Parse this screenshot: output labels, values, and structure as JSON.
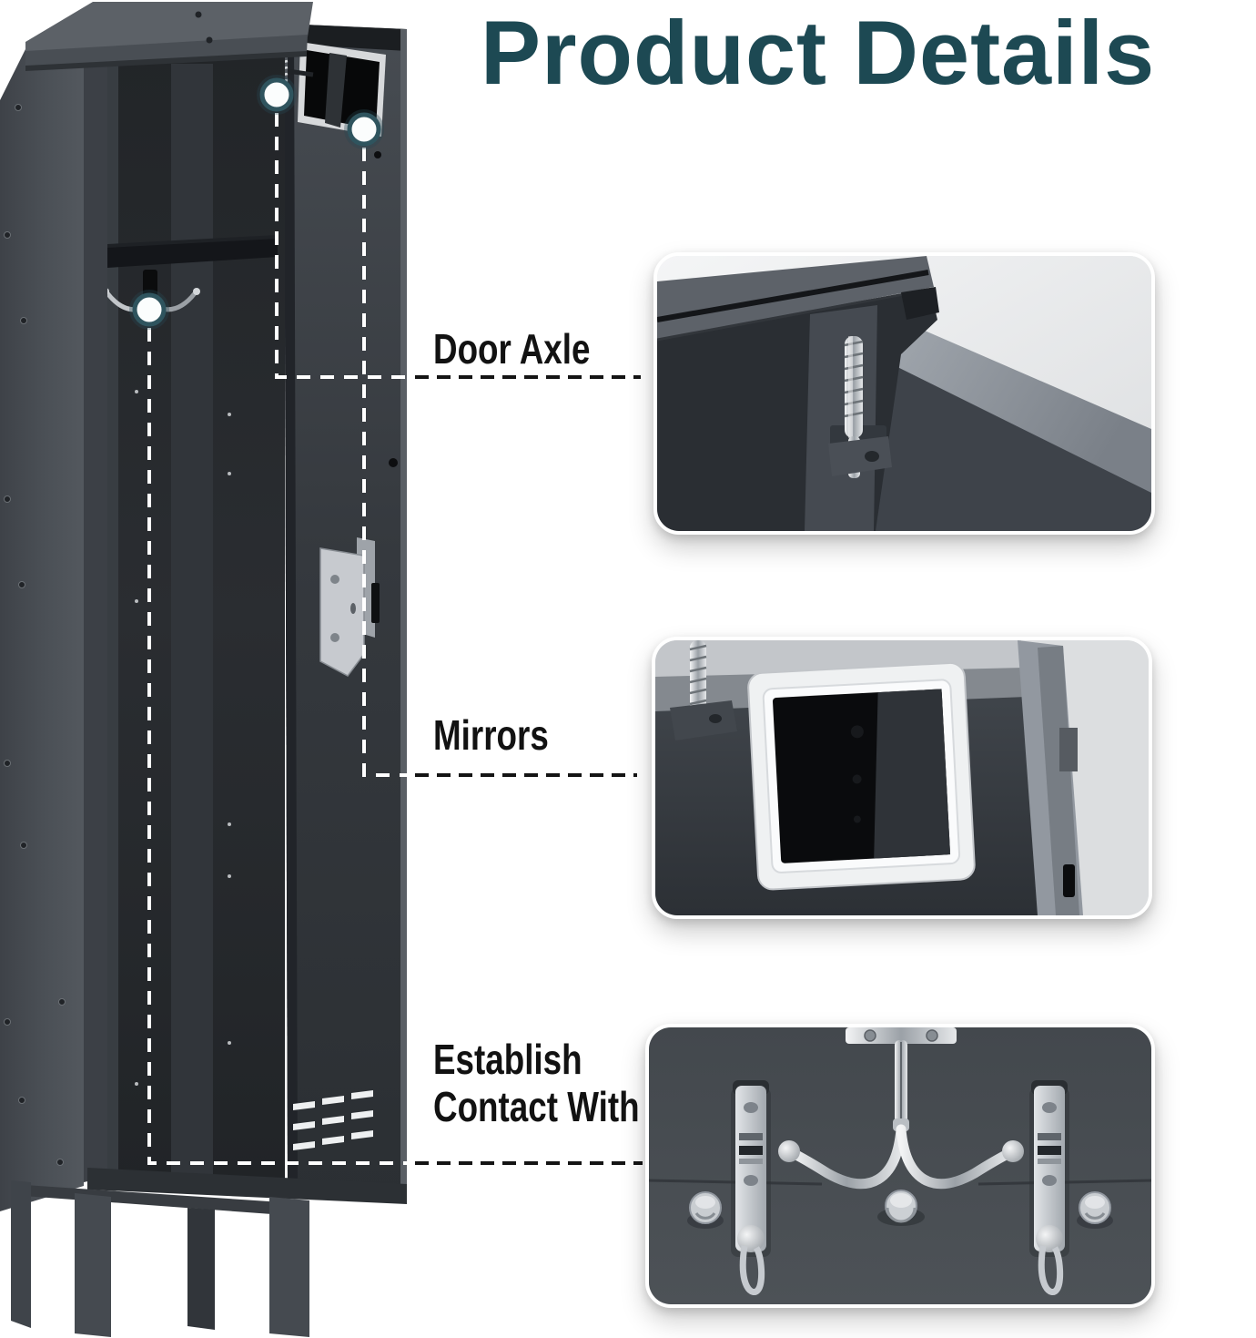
{
  "title": {
    "text": "Product Details",
    "color": "#1d4953"
  },
  "callouts": [
    {
      "id": "door-axle",
      "label": "Door Axle"
    },
    {
      "id": "mirrors",
      "label": "Mirrors"
    },
    {
      "id": "establish-contact",
      "label": "Establish Contact With"
    }
  ],
  "illustrations": {
    "locker": "open-metal-locker-with-mirror-shelf-hooks-and-vented-door",
    "markers": [
      "door-axle-marker",
      "mirror-marker",
      "hook-marker"
    ],
    "detail_panels": [
      {
        "icon": "door-axle-spring-closeup"
      },
      {
        "icon": "door-mirror-closeup"
      },
      {
        "icon": "coat-hooks-closeup"
      }
    ]
  },
  "colors": {
    "background": "#ffffff",
    "title": "#1d4953",
    "label_text": "#121212",
    "locker_body": "#41464c",
    "locker_interior": "#26292d",
    "marker_ring": "#2f545e",
    "dashed_line_dark": "#141414",
    "dashed_line_light": "#ffffff",
    "panel_border": "#ffffff",
    "chrome": "#d6d9dc"
  }
}
